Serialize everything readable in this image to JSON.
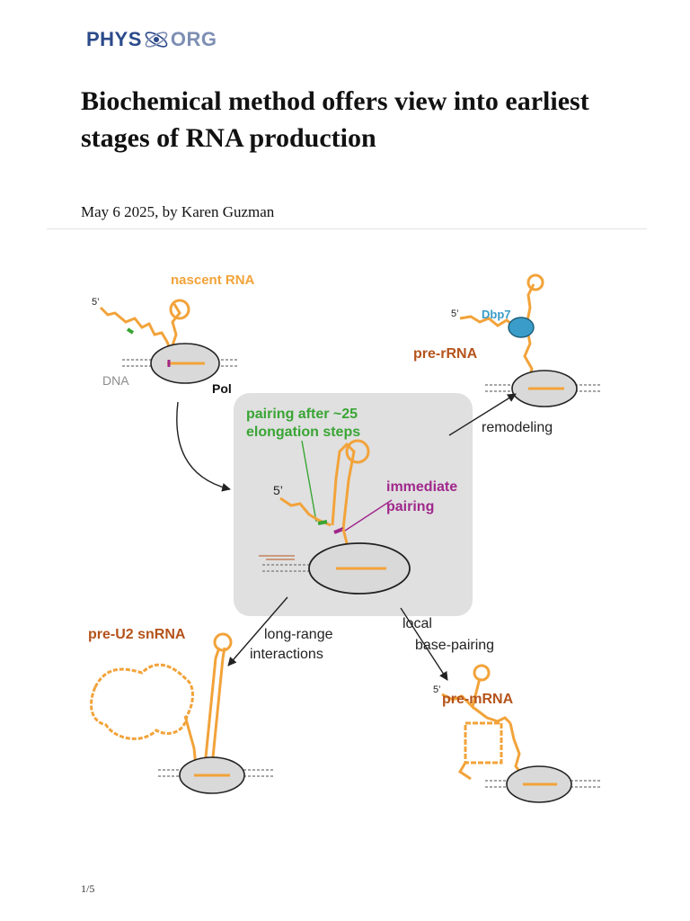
{
  "header": {
    "logo_left": "PHYS",
    "logo_right": "ORG"
  },
  "article": {
    "title": "Biochemical method offers view into earliest stages of RNA production",
    "byline": "May 6 2025, by Karen Guzman"
  },
  "figure": {
    "nascent_rna": "nascent RNA",
    "five_prime": "5’",
    "dna": "DNA",
    "pol": "Pol",
    "dbp7": "Dbp7",
    "pre_rrna": "pre-rRNA",
    "remodeling": "remodeling",
    "pairing_line1": "pairing after ~25",
    "pairing_line2": "elongation steps",
    "immediate_line1": "immediate",
    "immediate_line2": "pairing",
    "pre_u2": "pre-U2 snRNA",
    "long_range_line1": "long-range",
    "long_range_line2": "interactions",
    "local_line1": "local",
    "local_line2": "base-pairing",
    "pre_mrna": "pre-mRNA"
  },
  "footer": {
    "page": "1/5"
  },
  "colors": {
    "rna": "#f2a33a",
    "green": "#3aa535",
    "magenta": "#a0288c",
    "brown": "#b5531b",
    "blue": "#3a9cc8",
    "logo": "#2b4a8b"
  }
}
